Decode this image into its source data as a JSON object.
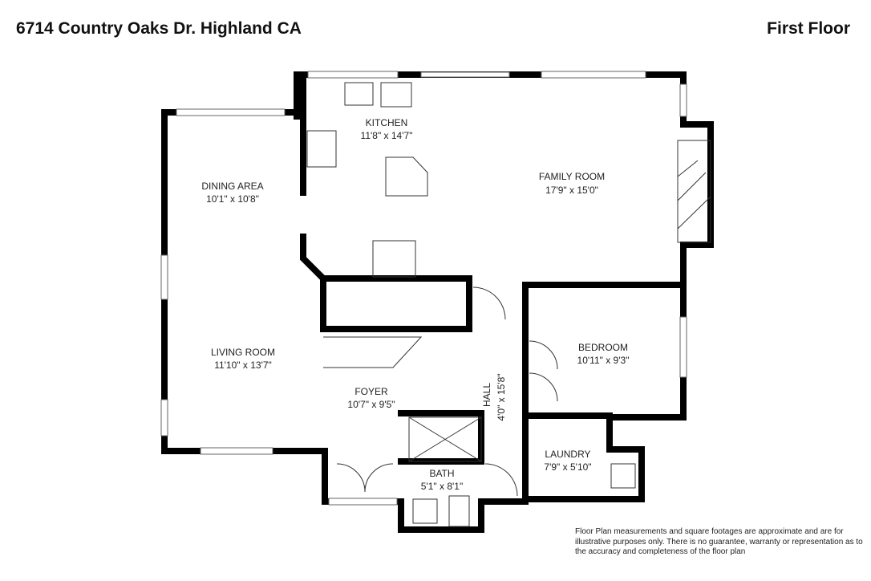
{
  "header": {
    "address": "6714 Country Oaks Dr. Highland CA",
    "floor": "First Floor"
  },
  "rooms": [
    {
      "name": "KITCHEN",
      "size": "11'8\" x 14'7\""
    },
    {
      "name": "FAMILY ROOM",
      "size": "17'9\" x 15'0\""
    },
    {
      "name": "DINING AREA",
      "size": "10'1\" x 10'8\""
    },
    {
      "name": "LIVING ROOM",
      "size": "11'10\" x 13'7\""
    },
    {
      "name": "FOYER",
      "size": "10'7\" x 9'5\""
    },
    {
      "name": "HALL",
      "size": "4'0\" x 15'8\""
    },
    {
      "name": "BEDROOM",
      "size": "10'11\" x 9'3\""
    },
    {
      "name": "LAUNDRY",
      "size": "7'9\" x 5'10\""
    },
    {
      "name": "BATH",
      "size": "5'1\" x 8'1\""
    }
  ],
  "disclaimer": "Floor Plan measurements and square footages are approximate and are for illustrative purposes only. There is no guarantee, warranty or representation as to the accuracy and completeness of the floor plan"
}
